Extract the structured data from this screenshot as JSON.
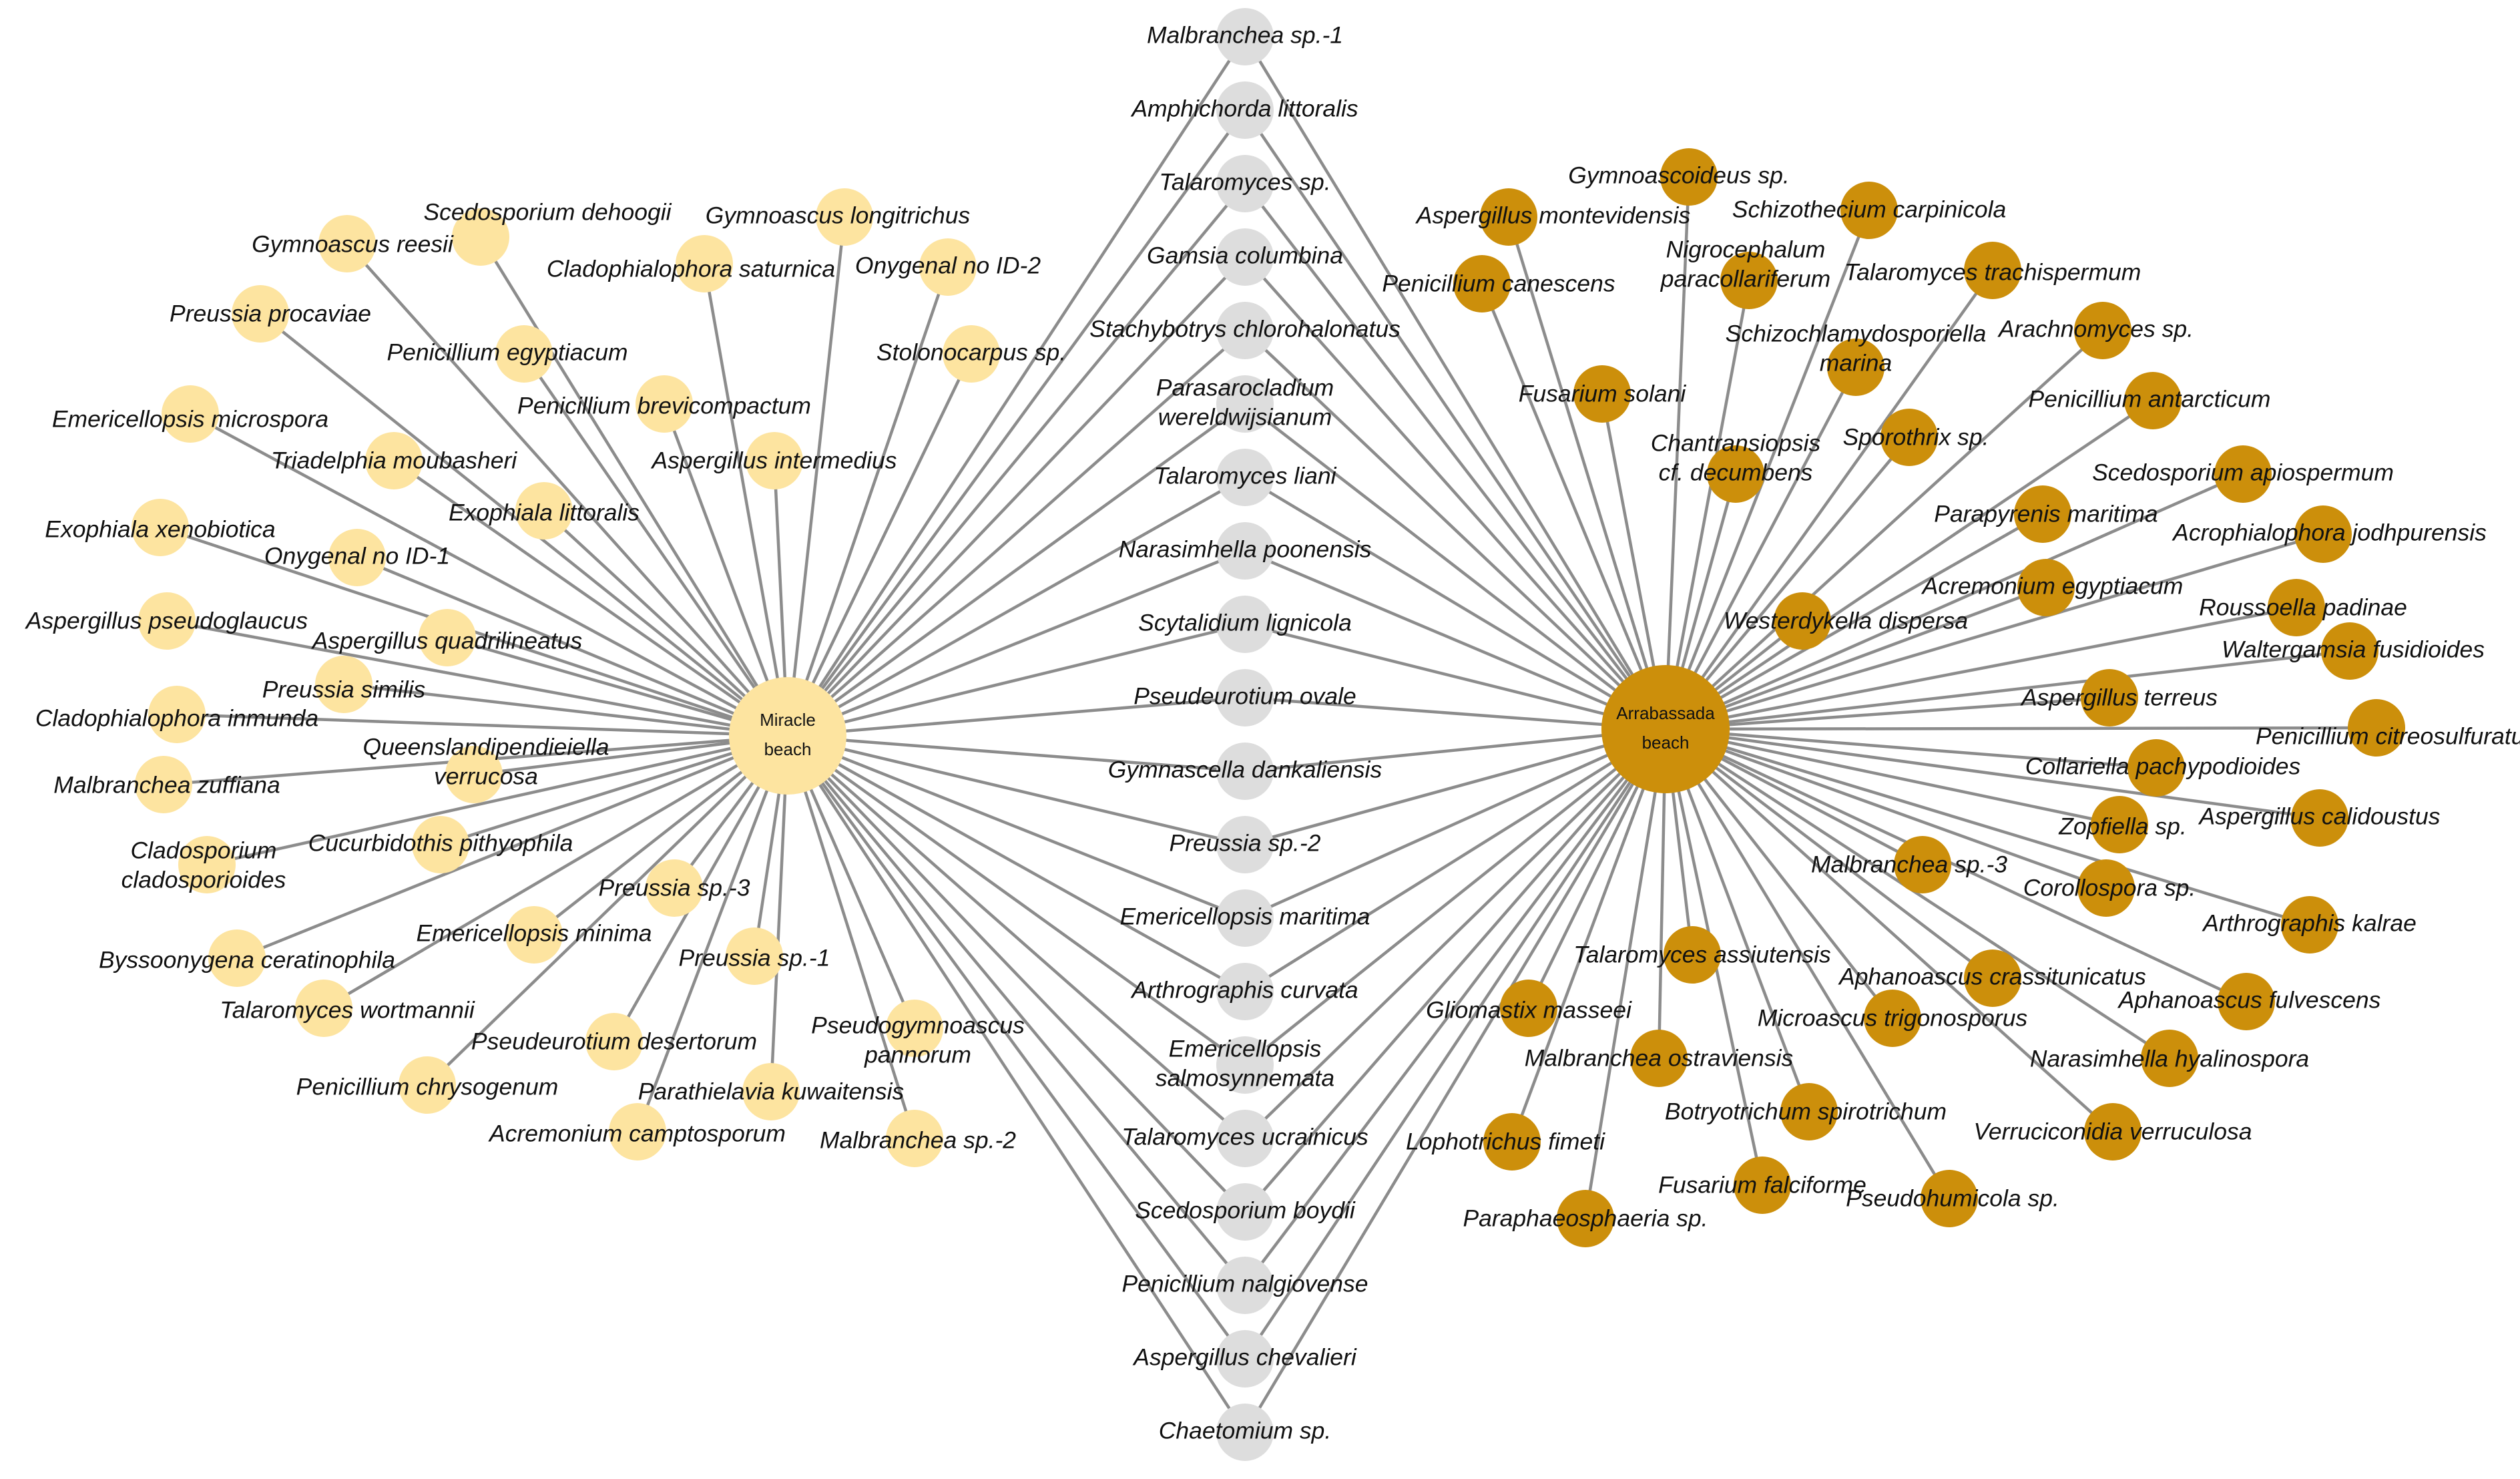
{
  "hubs": [
    {
      "id": "miracle",
      "label_lines": [
        "Miracle",
        "beach"
      ],
      "color": "#fde4a0"
    },
    {
      "id": "arrabassada",
      "label_lines": [
        "Arrabassada",
        "beach"
      ],
      "color": "#cc8f0b"
    }
  ],
  "groups": {
    "miracle_only": {
      "color": "#fde4a0",
      "linked_to": [
        "miracle"
      ]
    },
    "shared": {
      "color": "#dddddd",
      "linked_to": [
        "miracle",
        "arrabassada"
      ]
    },
    "arrabassada_only": {
      "color": "#cc8f0b",
      "linked_to": [
        "arrabassada"
      ]
    }
  },
  "species": {
    "miracle_only": [
      [
        "Scedosporium dehoogii"
      ],
      [
        "Gymnoascus longitrichus"
      ],
      [
        "Gymnoascus reesii"
      ],
      [
        "Cladophialophora saturnica"
      ],
      [
        "Onygenal no ID-2"
      ],
      [
        "Preussia procaviae"
      ],
      [
        "Stolonocarpus sp."
      ],
      [
        "Penicillium egyptiacum"
      ],
      [
        "Penicillium brevicompactum"
      ],
      [
        "Emericellopsis microspora"
      ],
      [
        "Aspergillus intermedius"
      ],
      [
        "Triadelphia moubasheri"
      ],
      [
        "Exophiala littoralis"
      ],
      [
        "Exophiala xenobiotica"
      ],
      [
        "Onygenal no ID-1"
      ],
      [
        "Aspergillus pseudoglaucus"
      ],
      [
        "Aspergillus quadrilineatus"
      ],
      [
        "Preussia similis"
      ],
      [
        "Cladophialophora inmunda"
      ],
      [
        "Queenslandipendieiella",
        "verrucosa"
      ],
      [
        "Malbranchea zuffiana"
      ],
      [
        "Cladosporium",
        "cladosporioides"
      ],
      [
        "Cucurbidothis pithyophila"
      ],
      [
        "Preussia sp.-3"
      ],
      [
        "Emericellopsis minima"
      ],
      [
        "Byssoonygena ceratinophila"
      ],
      [
        "Preussia sp.-1"
      ],
      [
        "Talaromyces wortmannii"
      ],
      [
        "Pseudogymnoascus",
        "pannorum"
      ],
      [
        "Pseudeurotium desertorum"
      ],
      [
        "Penicillium chrysogenum"
      ],
      [
        "Parathielavia kuwaitensis"
      ],
      [
        "Acremonium camptosporum"
      ],
      [
        "Malbranchea sp.-2"
      ]
    ],
    "shared": [
      [
        "Malbranchea sp.-1"
      ],
      [
        "Amphichorda littoralis"
      ],
      [
        "Talaromyces sp."
      ],
      [
        "Gamsia columbina"
      ],
      [
        "Stachybotrys chlorohalonatus"
      ],
      [
        "Parasarocladium",
        "wereldwijsianum"
      ],
      [
        "Talaromyces liani"
      ],
      [
        "Narasimhella poonensis"
      ],
      [
        "Scytalidium lignicola"
      ],
      [
        "Pseudeurotium ovale"
      ],
      [
        "Gymnascella dankaliensis"
      ],
      [
        "Preussia sp.-2"
      ],
      [
        "Emericellopsis maritima"
      ],
      [
        "Arthrographis curvata"
      ],
      [
        "Emericellopsis",
        "salmosynnemata"
      ],
      [
        "Talaromyces ucrainicus"
      ],
      [
        "Scedosporium boydii"
      ],
      [
        "Penicillium nalgiovense"
      ],
      [
        "Aspergillus chevalieri"
      ],
      [
        "Chaetomium sp."
      ]
    ],
    "arrabassada_only": [
      [
        "Gymnoascoideus sp."
      ],
      [
        "Aspergillus montevidensis"
      ],
      [
        "Schizothecium carpinicola"
      ],
      [
        "Nigrocephalum",
        "paracollariferum"
      ],
      [
        "Penicillium canescens"
      ],
      [
        "Talaromyces trachispermum"
      ],
      [
        "Schizochlamydosporiella",
        "marina"
      ],
      [
        "Arachnomyces sp."
      ],
      [
        "Fusarium solani"
      ],
      [
        "Penicillium antarcticum"
      ],
      [
        "Sporothrix sp."
      ],
      [
        "Chantransiopsis",
        "cf. decumbens"
      ],
      [
        "Scedosporium apiospermum"
      ],
      [
        "Parapyrenis maritima"
      ],
      [
        "Acrophialophora jodhpurensis"
      ],
      [
        "Acremonium egyptiacum"
      ],
      [
        "Roussoella padinae"
      ],
      [
        "Westerdykella dispersa"
      ],
      [
        "Waltergamsia fusidioides"
      ],
      [
        "Aspergillus terreus"
      ],
      [
        "Penicillium citreosulfuratum"
      ],
      [
        "Collariella pachypodioides"
      ],
      [
        "Aspergillus calidoustus"
      ],
      [
        "Zopfiella sp."
      ],
      [
        "Malbranchea sp.-3"
      ],
      [
        "Corollospora sp."
      ],
      [
        "Arthrographis kalrae"
      ],
      [
        "Talaromyces assiutensis"
      ],
      [
        "Aphanoascus crassitunicatus"
      ],
      [
        "Aphanoascus fulvescens"
      ],
      [
        "Gliomastix masseei"
      ],
      [
        "Microascus trigonosporus"
      ],
      [
        "Malbranchea ostraviensis"
      ],
      [
        "Narasimhella hyalinospora"
      ],
      [
        "Botryotrichum spirotrichum"
      ],
      [
        "Verruciconidia verruculosa"
      ],
      [
        "Lophotrichus fimeti"
      ],
      [
        "Fusarium falciforme"
      ],
      [
        "Pseudohumicola sp."
      ],
      [
        "Paraphaeosphaeria sp."
      ]
    ]
  }
}
